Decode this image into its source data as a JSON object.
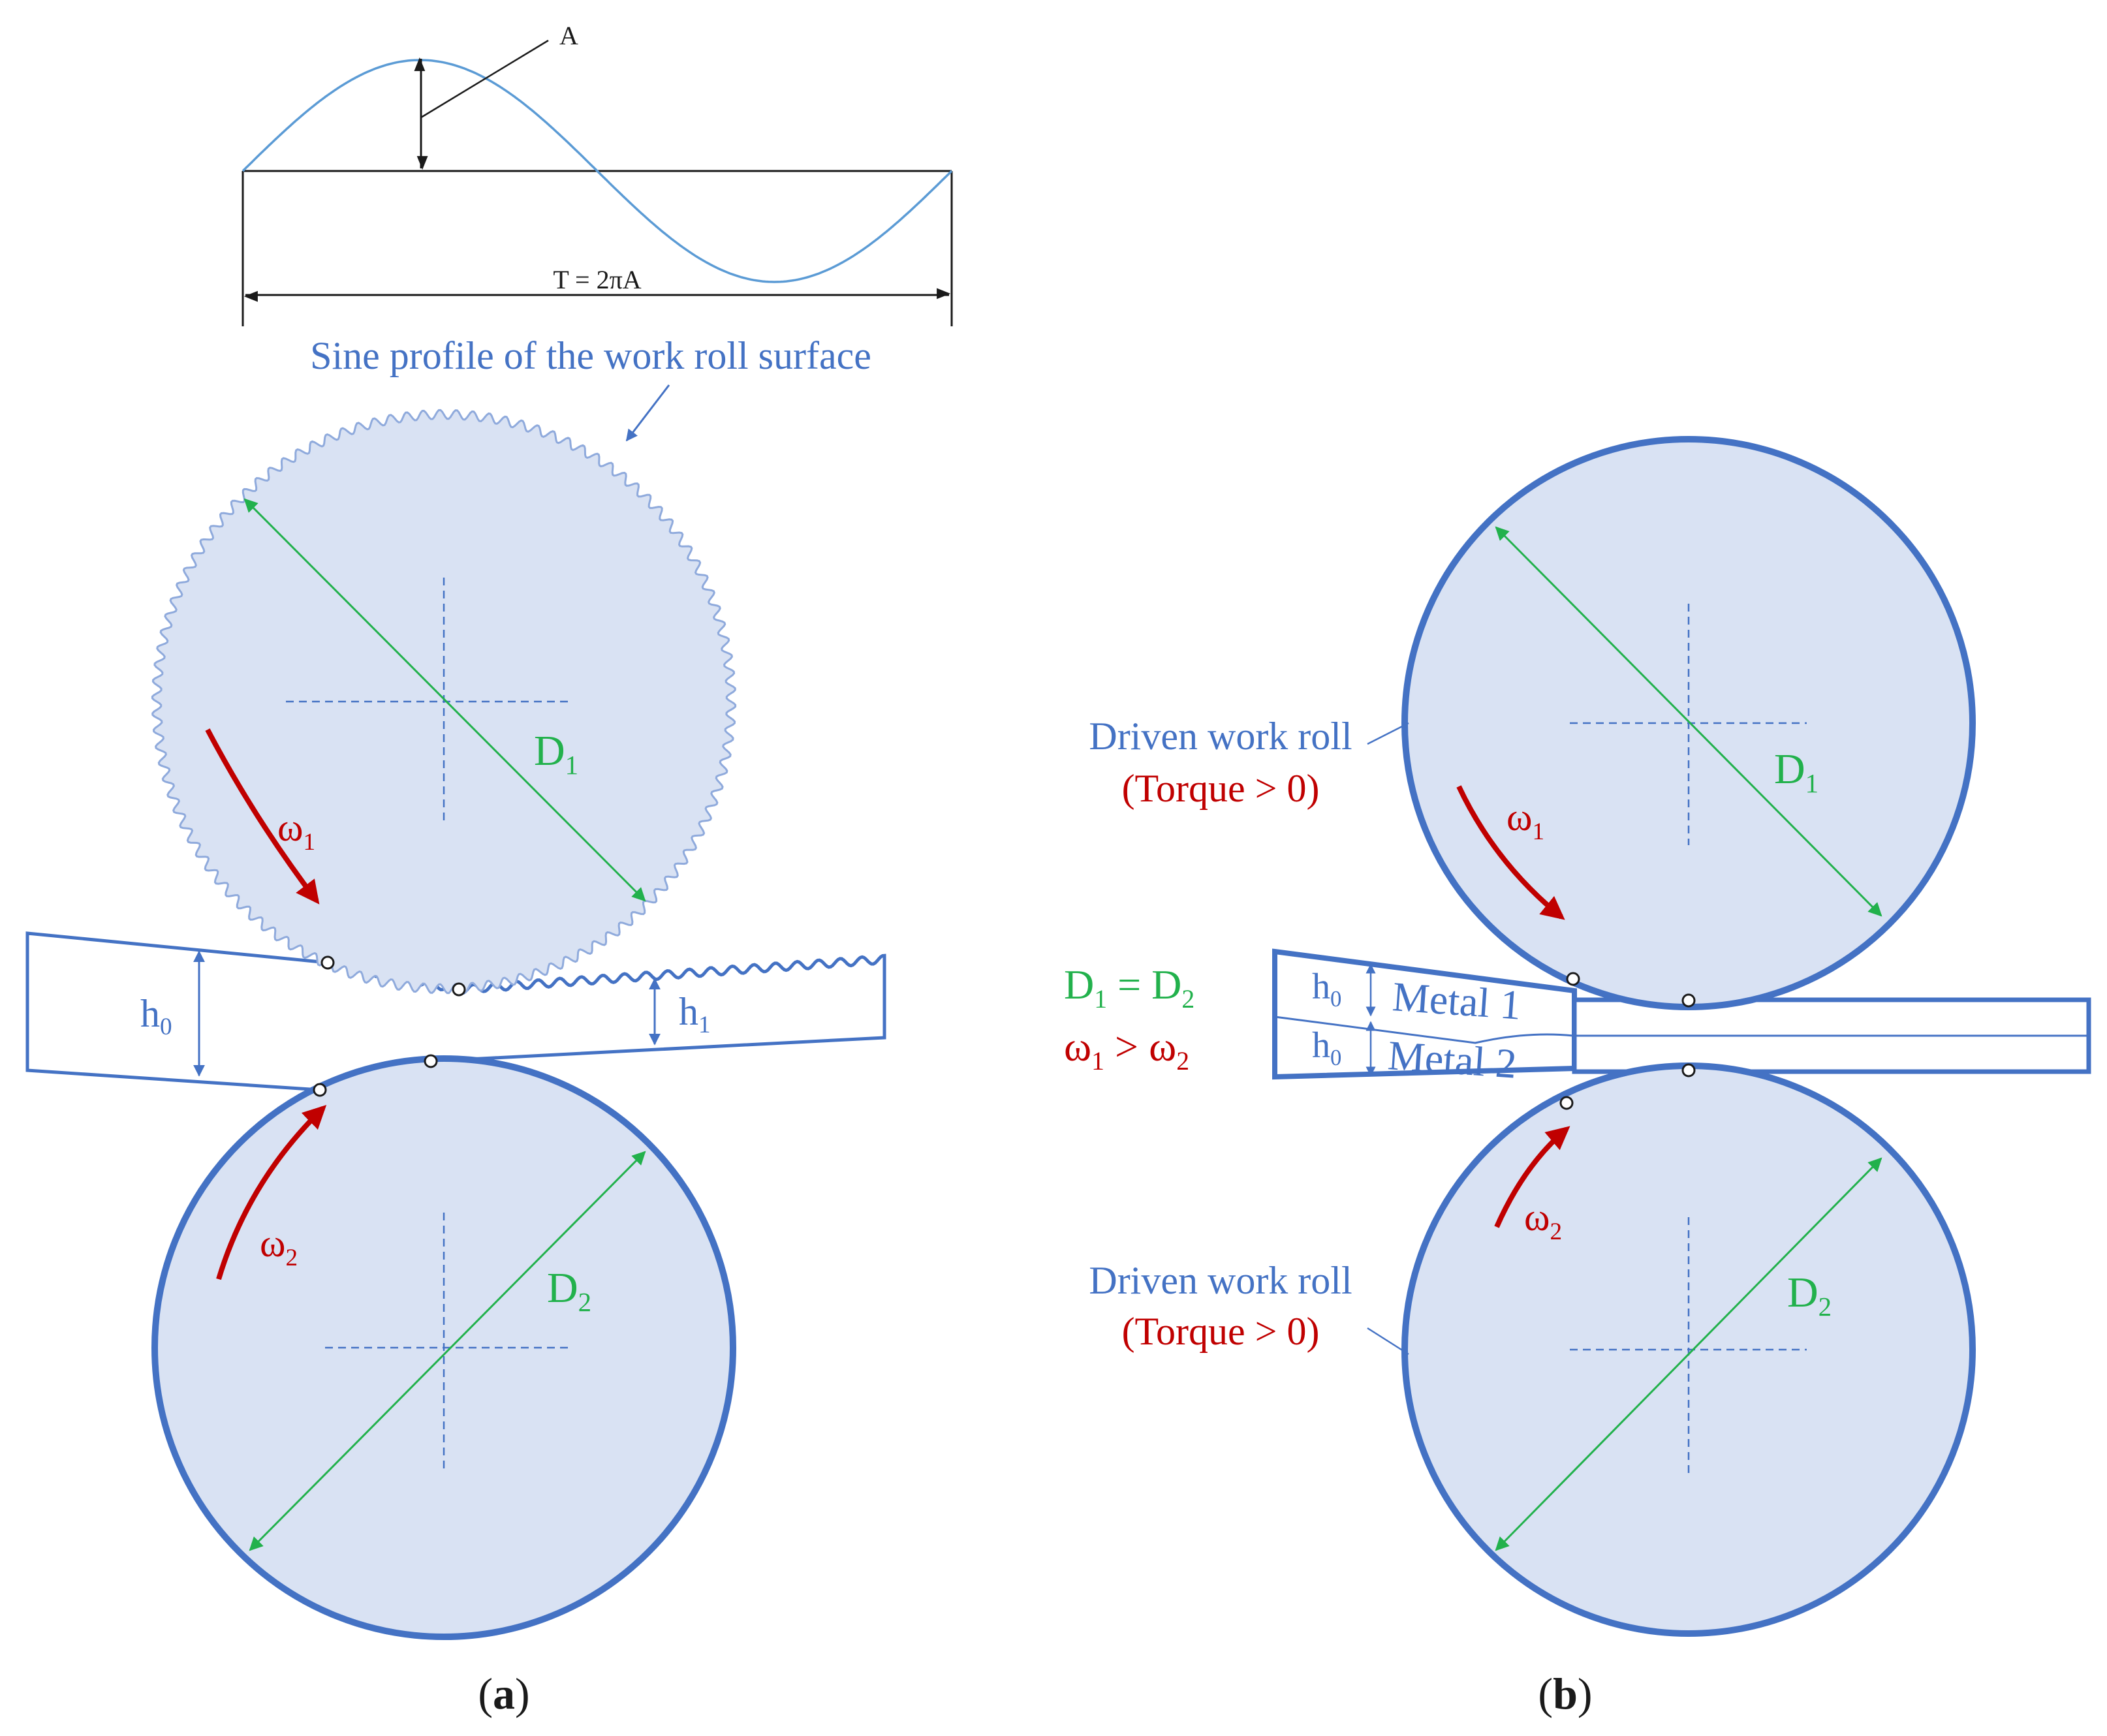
{
  "colors": {
    "roll_fill": "#d9e2f3",
    "roll_stroke": "#4472c4",
    "diameter_arrow": "#22b14c",
    "rotation_arrow": "#c00000",
    "text_blue": "#4472c4",
    "text_green": "#22b14c",
    "text_red": "#c00000"
  },
  "panel_a": {
    "sine_inset": {
      "amplitude_label": "A",
      "period_label": "T = 2πA"
    },
    "sine_profile_label": "Sine profile of the work roll surface",
    "top_roll": {
      "omega": "ω",
      "omega_sub": "1",
      "diameter": "D",
      "diameter_sub": "1"
    },
    "bottom_roll": {
      "omega": "ω",
      "omega_sub": "2",
      "diameter": "D",
      "diameter_sub": "2"
    },
    "strip": {
      "h_in": "h",
      "h_in_sub": "0",
      "h_out": "h",
      "h_out_sub": "1"
    },
    "caption": {
      "open": "(",
      "letter": "a",
      "close": ")"
    }
  },
  "panel_b": {
    "top_roll": {
      "label_line1": "Driven work roll",
      "label_line2": "(Torque > 0)",
      "omega": "ω",
      "omega_sub": "1",
      "diameter": "D",
      "diameter_sub": "1"
    },
    "bottom_roll": {
      "label_line1": "Driven work roll",
      "label_line2": "(Torque > 0)",
      "omega": "ω",
      "omega_sub": "2",
      "diameter": "D",
      "diameter_sub": "2"
    },
    "equal_diameters": {
      "d1": "D",
      "d1_sub": "1",
      "eq": " = ",
      "d2": "D",
      "d2_sub": "2"
    },
    "speed_relation": {
      "w1": "ω",
      "w1_sub": "1",
      "gt": " > ",
      "w2": "ω",
      "w2_sub": "2"
    },
    "layers": {
      "metal1": "Metal 1",
      "metal2": "Metal 2",
      "h": "h",
      "h_sub": "0"
    },
    "caption": {
      "open": "(",
      "letter": "b",
      "close": ")"
    }
  }
}
